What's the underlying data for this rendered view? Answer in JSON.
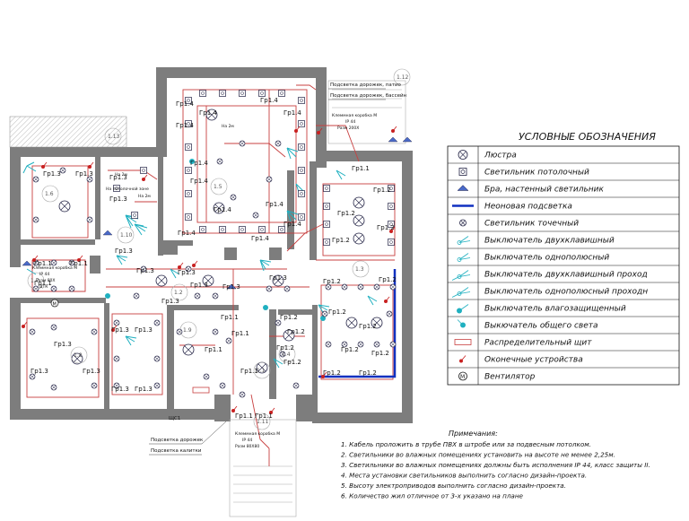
{
  "legend": {
    "title": "УСЛОВНЫЕ ОБОЗНАЧЕНИЯ",
    "items": [
      {
        "symbol": "chandelier",
        "label": "Люстра"
      },
      {
        "symbol": "ceiling-light",
        "label": "Светильник потолочный"
      },
      {
        "symbol": "wall-sconce",
        "label": "Бра, настенный светильник"
      },
      {
        "symbol": "neon-line",
        "label": "Неоновая подсветка"
      },
      {
        "symbol": "spot-light",
        "label": "Светильник точечный"
      },
      {
        "symbol": "switch-double",
        "label": "Выключатель двухклавишный"
      },
      {
        "symbol": "switch-single",
        "label": "Выключатель однополюсный"
      },
      {
        "symbol": "switch-double-pass",
        "label": "Выключатель двухклавишный проход"
      },
      {
        "symbol": "switch-single-pass",
        "label": "Выключатель однополюсный проходн"
      },
      {
        "symbol": "switch-waterproof",
        "label": "Выключатель влагозащищенный"
      },
      {
        "symbol": "switch-master",
        "label": "Выкючатель общего света"
      },
      {
        "symbol": "distribution-board",
        "label": "Распределительный щит"
      },
      {
        "symbol": "end-device",
        "label": "Оконечные устройства"
      },
      {
        "symbol": "fan",
        "label": "Вентилятор"
      }
    ]
  },
  "notes": {
    "heading": "Примечания:",
    "items": [
      "1. Кабель проложить в трубе ПВХ в штробе или за подвесным потолком.",
      "2. Светильники во влажных помещениях установить на высоте не менее 2,25м.",
      "3. Светильники во влажных помещениях должны быть исполнения IP 44, класс защиты II.",
      "4. Места установки светильников выполнить согласно дизайн-проекта.",
      "5. Высоту электроприводов выполнить согласно дизайн-проекта.",
      "6. Количество жил отличное от 3-х указано на плане"
    ]
  },
  "plan": {
    "group_labels": {
      "g_top_left_1": "Гр1.3",
      "g_top_left_2": "Гр1.3",
      "g_bedroom_a": "Гр1.3",
      "g_bedroom_b": "Гр1.3",
      "g_hall_a": "Гр1.3",
      "g_hall_b": "Гр1.3",
      "g_hall_c": "Гр1.3",
      "g_bath_1": "Гр1.1",
      "g_bath_2": "Гр1.1",
      "g_bath_3": "Гр1.1",
      "g_bottom_left_1": "Гр1.3",
      "g_bottom_left_2": "Гр1.3",
      "g_bottom_left_3": "Гр1.3",
      "g_bottom_left_4": "Гр1.3",
      "g_bottom_left_5": "Гр1.3",
      "g_bottom_left_6": "Гр1.3",
      "g_bottom_left_7": "Гр1.3",
      "g_pool_1": "Гр1.4",
      "g_pool_2": "Гр1.4",
      "g_pool_3": "Гр1.4",
      "g_pool_4": "Гр1.4",
      "g_pool_5": "Гр1.4",
      "g_pool_6": "Гр1.4",
      "g_pool_7": "Гр1.4",
      "g_pool_8": "Гр1.4",
      "g_pool_9": "Гр1.4",
      "g_pool_10": "Гр1.4",
      "g_pool_11": "Гр1.4",
      "g_pool_12": "Гр1.4",
      "g_living_1": "Гр1.1",
      "g_living_2": "Гр1.2",
      "g_living_3": "Гр1.2",
      "g_living_4": "Гр1.2",
      "g_living_5": "Гр1.2",
      "g_living_6": "Гр1.2",
      "g_living_7": "Гр1.2",
      "g_living_8": "Гр1.2",
      "g_living_9": "Гр1.2",
      "g_living_10": "Гр1.2",
      "g_living_11": "Гр1.2",
      "g_kitchen_1": "Гр1.2",
      "g_kitchen_2": "Гр1.2",
      "g_center_1": "Гр1.3",
      "g_center_2": "Гр1.3",
      "g_center_3": "Гр1.3",
      "g_center_4": "Гр1.3",
      "g_center_5": "Гр1.2",
      "g_center_6": "Гр1.2",
      "g_center_7": "Гр1.2",
      "g_center_8": "Гр1.2",
      "g_center_9": "Гр1.1",
      "g_center_10": "Гр1.1",
      "g_center_11": "Гр1.1",
      "g_bottom_1": "Гр1.1",
      "g_bottom_2": "Гр1.1",
      "g_bottom_3": "Гр1.1"
    },
    "room_numbers": [
      "1.13",
      "1.6",
      "1.10",
      "1.5",
      "1.3",
      "1.7",
      "1.2",
      "1.8",
      "1.9",
      "1.1",
      "1.4",
      "1.11",
      "1.12"
    ],
    "callouts": {
      "top_1": "Подсветка дорожек, патио",
      "top_2": "Подсветка дорожек, бассейн",
      "bottom_1": "Подсветка дорожек",
      "bottom_2": "Подсветка калитки",
      "shield": "ЩС1",
      "height_2m_a": "На 2м",
      "height_2m_b": "На 2м",
      "height_2m_c": "На 2м",
      "ceiling_note": "На потолочной зоне",
      "small_top_1": "Клеммная коробка М",
      "small_top_2": "IP 44",
      "small_top_3": "Разм 200Х",
      "small_bottom_1": "Клеммная коробка М",
      "small_bottom_2": "IP 44",
      "small_bottom_3": "Разм 80Х80",
      "left_box_1": "Клеммная коробка М",
      "left_box_2": "IP 44",
      "left_box_3": "Разм 80Х",
      "left_box_4": "ДТК"
    }
  }
}
